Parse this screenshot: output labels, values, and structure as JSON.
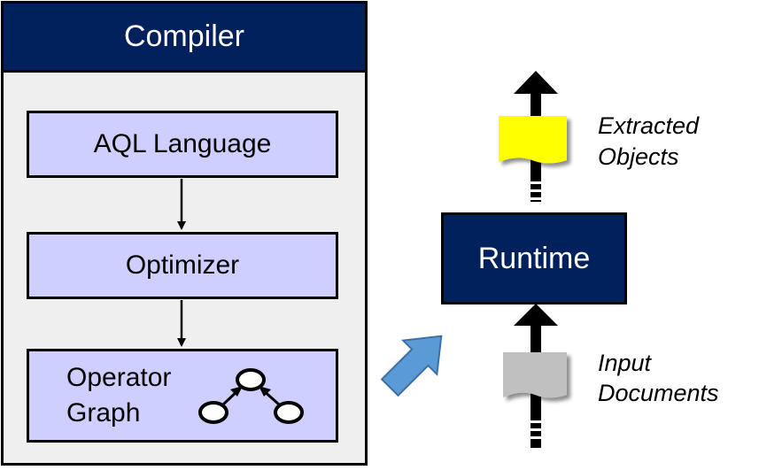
{
  "compiler": {
    "title": "Compiler",
    "stages": {
      "language": "AQL Language",
      "optimizer": "Optimizer",
      "graph_line1": "Operator",
      "graph_line2": "Graph"
    }
  },
  "runtime": {
    "title": "Runtime"
  },
  "outputs": {
    "line1": "Extracted",
    "line2": "Objects"
  },
  "inputs": {
    "line1": "Input",
    "line2": "Documents"
  },
  "colors": {
    "navy": "#00215c",
    "stage_fill": "#cfcfff",
    "panel_fill": "#efefef",
    "object_yellow": "#ffff00",
    "document_gray": "#c0c0c0",
    "flow_arrow": "#5b9bd5"
  }
}
